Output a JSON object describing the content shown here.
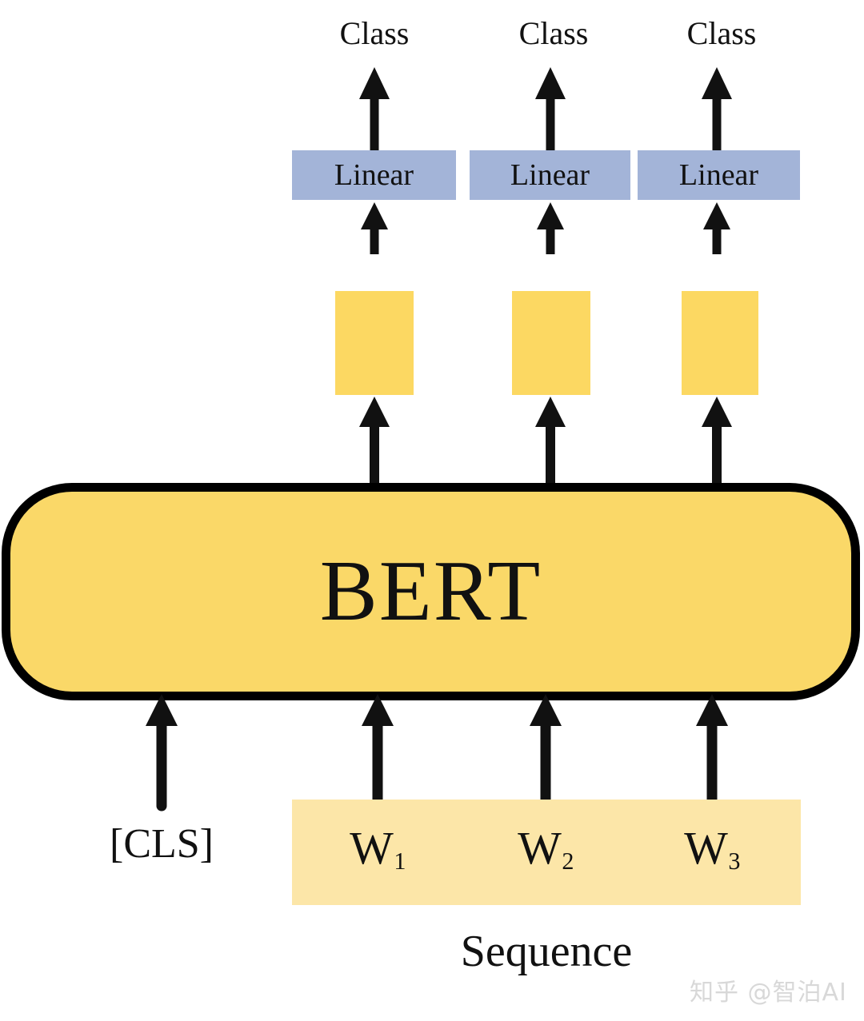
{
  "figure": {
    "title": "BERT sequence tagging architecture",
    "colors": {
      "bert_fill": "#fad868",
      "bert_border": "#000000",
      "state_fill": "#fcd862",
      "linear_fill": "#a3b4d8",
      "sequence_fill": "#fce6a8",
      "arrow": "#111111",
      "text": "#111111",
      "background": "#ffffff",
      "watermark": "#d8d8d8"
    },
    "outputs": [
      {
        "label": "Class"
      },
      {
        "label": "Class"
      },
      {
        "label": "Class"
      }
    ],
    "linear_layers": [
      {
        "label": "Linear"
      },
      {
        "label": "Linear"
      },
      {
        "label": "Linear"
      }
    ],
    "hidden_states": [
      {
        "label": ""
      },
      {
        "label": ""
      },
      {
        "label": ""
      }
    ],
    "encoder": {
      "label": "BERT"
    },
    "special_token": {
      "label": "[CLS]"
    },
    "sequence": {
      "caption": "Sequence",
      "tokens": [
        {
          "base": "W",
          "sub": "1"
        },
        {
          "base": "W",
          "sub": "2"
        },
        {
          "base": "W",
          "sub": "3"
        }
      ]
    },
    "watermark": {
      "text": "知乎 @智泊AI"
    }
  }
}
